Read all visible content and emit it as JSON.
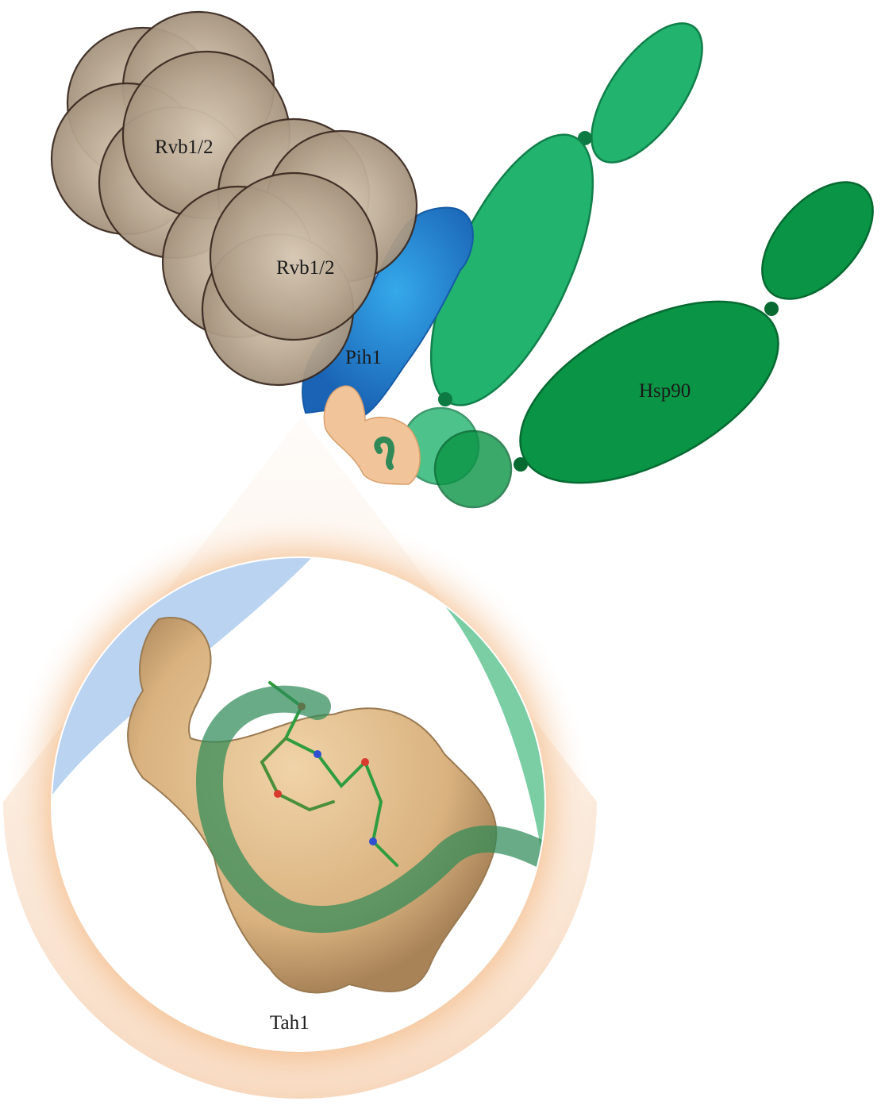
{
  "labels": {
    "rvb_top": "Rvb1/2",
    "rvb_bottom": "Rvb1/2",
    "pih1": "Pih1",
    "hsp90": "Hsp90",
    "tah1": "Tah1"
  },
  "colors": {
    "rvb_fill": "#b7a690",
    "rvb_stroke": "#3b2a20",
    "pih1_fill": "#1f78c8",
    "hsp90_light": "#22b36f",
    "hsp90_dark": "#0a9445",
    "tah1_fill": "#f2c49a",
    "lens_glow": "#e8a36e",
    "lens_blue": "#a9c8ec"
  }
}
